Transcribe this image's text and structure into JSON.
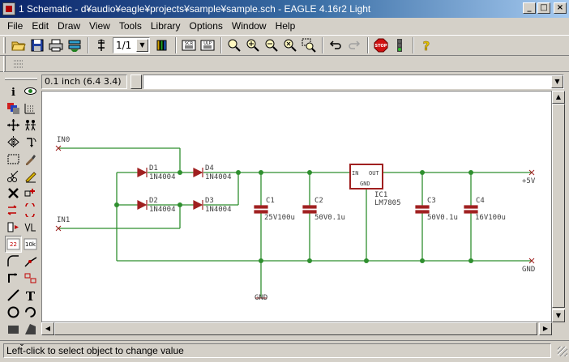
{
  "window": {
    "title": "1 Schematic - d¥audio¥eagle¥projects¥sample¥sample.sch - EAGLE 4.16r2 Light",
    "minimize": "_",
    "maximize": "□",
    "close": "×"
  },
  "menu": [
    "File",
    "Edit",
    "Draw",
    "View",
    "Tools",
    "Library",
    "Options",
    "Window",
    "Help"
  ],
  "toolbar": {
    "sheet_value": "1/1",
    "icons": [
      "open-icon",
      "save-icon",
      "print-icon",
      "cam-icon",
      "sheet-icon",
      "library-icon",
      "script-icon",
      "ulp-icon",
      "zoom-fit-icon",
      "zoom-in-icon",
      "zoom-out-icon",
      "zoom-redraw-icon",
      "zoom-select-icon",
      "undo-icon",
      "redo-icon",
      "stop-icon",
      "go-icon",
      "help-icon"
    ],
    "stop_label": "STOP",
    "scr_label": "SCR",
    "ulp_label": "ULP"
  },
  "coord": {
    "text": "0.1 inch (6.4 3.4)"
  },
  "left_tools": [
    "info-icon",
    "show-icon",
    "display-icon",
    "grid-icon",
    "move-icon",
    "copy-icon",
    "mirror-icon",
    "rotate-icon",
    "group-icon",
    "change-icon",
    "cut-icon",
    "paste-icon",
    "delete-icon",
    "add-icon",
    "pinswap-icon",
    "gateswap-icon",
    "replace-icon",
    "name-icon",
    "value-icon",
    "smash-icon",
    "miter-icon",
    "split-icon",
    "invoke-icon",
    "label-icon",
    "wire-icon",
    "text-icon",
    "circle-icon",
    "arc-icon",
    "rect-icon",
    "polygon-icon"
  ],
  "left_tools_more": "⌄",
  "schematic": {
    "labels": {
      "in0": "IN0",
      "in1": "IN1",
      "d1": "D1",
      "d1v": "1N4004",
      "d2": "D2",
      "d2v": "1N4004",
      "d3": "D3",
      "d3v": "1N4004",
      "d4": "D4",
      "d4v": "1N4004",
      "c1": "C1",
      "c1v": "25V100u",
      "c2": "C2",
      "c2v": "50V0.1u",
      "c3": "C3",
      "c3v": "50V0.1u",
      "c4": "C4",
      "c4v": "16V100u",
      "ic1": "IC1",
      "ic1v": "LM7805",
      "in": "IN",
      "out": "OUT",
      "gnd_pin": "GND",
      "plus5v": "+5V",
      "gnd_right": "GND",
      "gnd_bottom": "GND"
    }
  },
  "status": {
    "text": "Left-click to select object to change value"
  },
  "colors": {
    "net": "#2f8f2f",
    "part": "#a02020",
    "junction": "#2f8f2f",
    "titlebar_start": "#0a246a",
    "titlebar_end": "#a6caf0"
  }
}
